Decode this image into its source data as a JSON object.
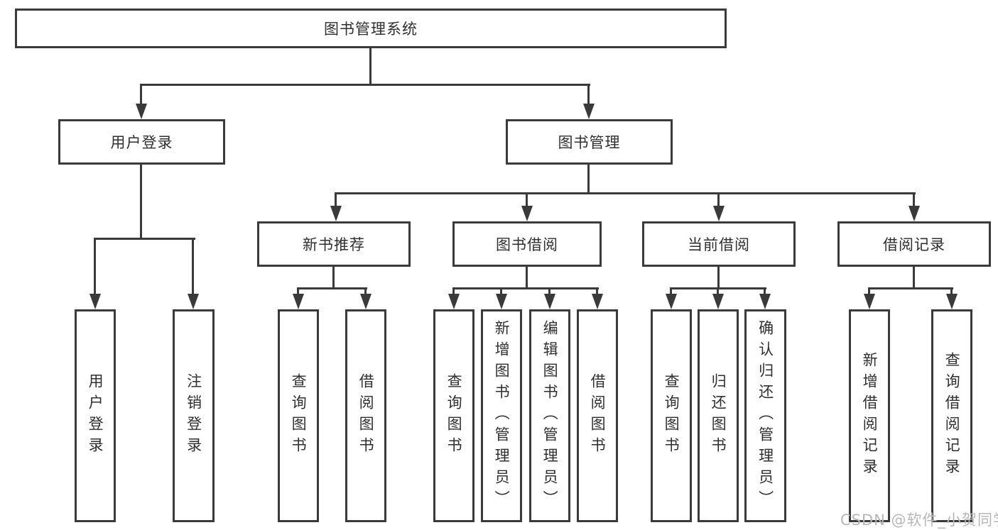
{
  "nodes": {
    "root": {
      "label": "图书管理系统"
    },
    "user_login": {
      "label": "用户登录"
    },
    "book_management": {
      "label": "图书管理"
    },
    "new_book_recommend": {
      "label": "新书推荐"
    },
    "book_borrowing": {
      "label": "图书借阅"
    },
    "current_borrowing": {
      "label": "当前借阅"
    },
    "borrowing_records": {
      "label": "借阅记录"
    },
    "leaf_user_login": {
      "label": "用户登录"
    },
    "leaf_logout": {
      "label": "注销登录"
    },
    "leaf_nb_query_books": {
      "label": "查询图书"
    },
    "leaf_nb_borrow_books": {
      "label": "借阅图书"
    },
    "leaf_bb_query_books": {
      "label": "查询图书"
    },
    "leaf_bb_add_books": {
      "label": "新增图书（管理员）"
    },
    "leaf_bb_edit_books": {
      "label": "编辑图书（管理员）"
    },
    "leaf_bb_borrow_books": {
      "label": "借阅图书"
    },
    "leaf_cb_query_books": {
      "label": "查询图书"
    },
    "leaf_cb_return_books": {
      "label": "归还图书"
    },
    "leaf_cb_confirm_return": {
      "label": "确认归还（管理员）"
    },
    "leaf_br_add_record": {
      "label": "新增借阅记录"
    },
    "leaf_br_query_record": {
      "label": "查询借阅记录"
    }
  },
  "watermark": {
    "text": "CSDN @软件_小贺同学",
    "color": "#b7b7b7"
  },
  "colors": {
    "line": "#3a3a3a",
    "text": "#2f2f2f",
    "background": "#ffffff"
  }
}
